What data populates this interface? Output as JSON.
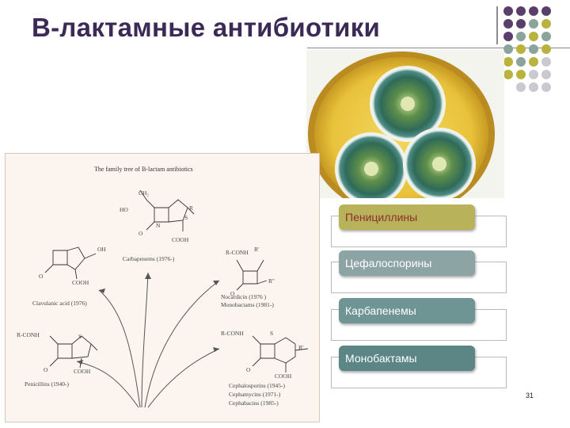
{
  "slide": {
    "title": "В-лактамные антибиотики",
    "page_number": "31"
  },
  "scheme": {
    "title": "The family tree of B-lactam antibiotics",
    "labels": {
      "carbapenems": "Carbapenems (1976-)",
      "clavulanic": "Clavulanic acid (1976)",
      "nocardicin": "Nocardicin (1976 )",
      "monobactams": "Monobactams (1981-)",
      "penicillins": "Penicillins (1940-)",
      "cephalosporins": "Cephalosporins (1945-)",
      "cephamycins": "Cephamycins (1971-)",
      "cephabacins": "Cephabacins (1985-)"
    },
    "groups": {
      "ch2": "CH₂",
      "ho": "HO",
      "r": "R",
      "s": "S",
      "n": "N",
      "o": "O",
      "cooh": "COOH",
      "oh": "OH",
      "rconh": "R-CONH",
      "r1": "R'",
      "r2": "R''"
    }
  },
  "classes": [
    {
      "label": "Пенициллины",
      "color": "#b8b25a",
      "text_color": "#8b2e2e"
    },
    {
      "label": "Цефалоспорины",
      "color": "#8da4a4",
      "text_color": "#ffffff"
    },
    {
      "label": "Карбапенемы",
      "color": "#6f9494",
      "text_color": "#ffffff"
    },
    {
      "label": "Монобактамы",
      "color": "#5c8585",
      "text_color": "#ffffff"
    }
  ],
  "decor_colors": {
    "purple": "#5a3f6b",
    "olive": "#b9b33e",
    "teal": "#8aa39b",
    "grey": "#c9c9cf"
  }
}
